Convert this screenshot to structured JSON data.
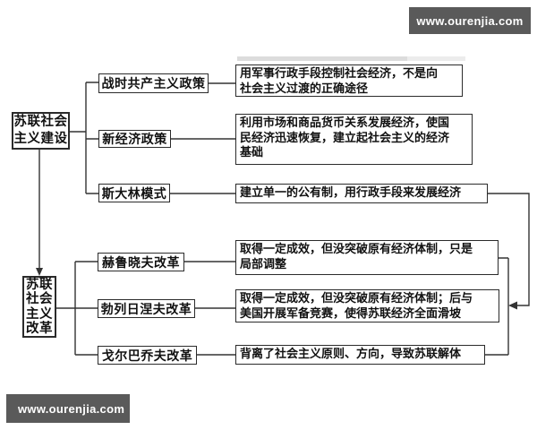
{
  "watermarks": {
    "top": "www.ourenjia.com",
    "bottom": "www.ourenjia.com"
  },
  "colors": {
    "line": "#333333",
    "box_border": "#2b2b2b",
    "watermark_bg": "#5a5a5a",
    "watermark_text": "#ffffff"
  },
  "diagram": {
    "construction": {
      "root": [
        "苏联社会",
        "主义建设"
      ],
      "branches": [
        {
          "label": "战时共产主义政策",
          "desc": [
            "用军事行政手段控制社会经济，不是向",
            "社会主义过渡的正确途径"
          ]
        },
        {
          "label": "新经济政策",
          "desc": [
            "利用市场和商品货币关系发展经济，使国",
            "民经济迅速恢复，建立起社会主义的经济",
            "基础"
          ]
        },
        {
          "label": "斯大林模式",
          "desc": [
            "建立单一的公有制，用行政手段来发展经济"
          ]
        }
      ]
    },
    "reform": {
      "root": [
        "苏联",
        "社会",
        "主义",
        "改革"
      ],
      "branches": [
        {
          "label": "赫鲁晓夫改革",
          "desc": [
            "取得一定成效，但没突破原有经济体制，只是",
            "局部调整"
          ]
        },
        {
          "label": "勃列日涅夫改革",
          "desc": [
            "取得一定成效，但没突破原有经济体制；后与",
            "美国开展军备竞赛，使得苏联经济全面滑坡"
          ]
        },
        {
          "label": "戈尔巴乔夫改革",
          "desc": [
            "背离了社会主义原则、方向，导致苏联解体"
          ]
        }
      ]
    }
  }
}
